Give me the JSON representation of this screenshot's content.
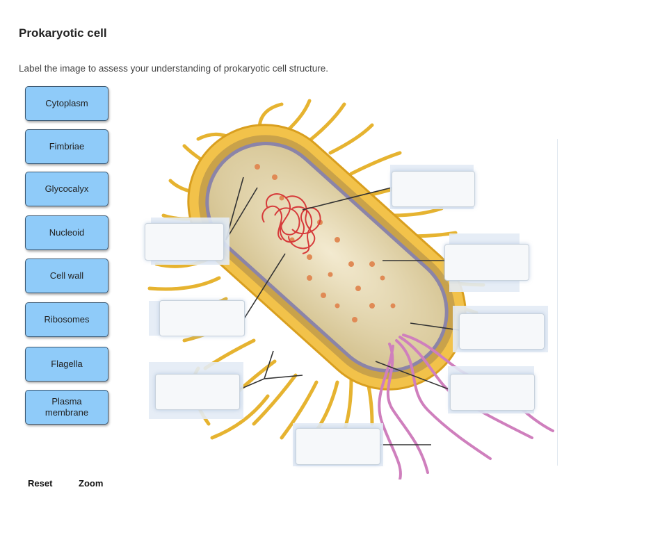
{
  "title": "Prokaryotic cell",
  "instructions": "Label the image to assess your understanding of prokaryotic cell structure.",
  "labels": [
    "Cytoplasm",
    "Fimbriae",
    "Glycocalyx",
    "Nucleoid",
    "Cell wall",
    "Ribosomes",
    "Flagella",
    "Plasma\nmembrane"
  ],
  "controls": {
    "reset": "Reset",
    "zoom": "Zoom"
  },
  "colors": {
    "chip_fill": "#8fcbf9",
    "chip_border": "#3b5872",
    "glycocalyx": "#f2c24a",
    "cytoplasm": "#e8dcb8",
    "nucleoid": "#d63a3a",
    "flagella": "#cf7fbd",
    "membrane": "#8b84a8"
  }
}
